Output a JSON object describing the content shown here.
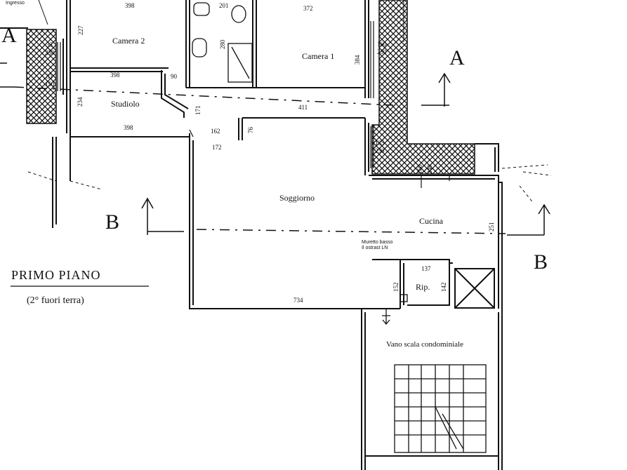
{
  "plan": {
    "title": "PRIMO PIANO",
    "subtitle": "(2° fuori terra)",
    "rooms": {
      "camera2": "Camera 2",
      "camera1": "Camera 1",
      "studiolo": "Studiolo",
      "soggiorno": "Soggiorno",
      "cucina": "Cucina",
      "rip": "Rip.",
      "vano_scala": "Vano scala condominiale"
    },
    "note_muretto": "Muretto basso",
    "note_muretto_2": "Il ostrast LN",
    "note_top_left": "Ingresso",
    "section_labels": {
      "a_left": "A",
      "a_right": "A",
      "b_left": "B",
      "b_right": "B"
    },
    "dimensions": {
      "d398_top": "398",
      "d201": "201",
      "d372": "372",
      "d227": "227",
      "d33_a": "33",
      "d230_a": "230",
      "d33_b": "33",
      "d150": "150",
      "d280": "280",
      "d384": "384",
      "d160_a": "160",
      "d230_b": "230",
      "d398_mid": "398",
      "d90": "90",
      "d234": "234",
      "d171": "171",
      "d411": "411",
      "d398_bottom": "398",
      "d162": "162",
      "d76": "76",
      "d172": "172",
      "d135": "135",
      "d230_c": "230",
      "d160_b": "160",
      "d240": "240",
      "d251": "251",
      "d137": "137",
      "d152": "152",
      "d142": "142",
      "d734": "734"
    }
  }
}
